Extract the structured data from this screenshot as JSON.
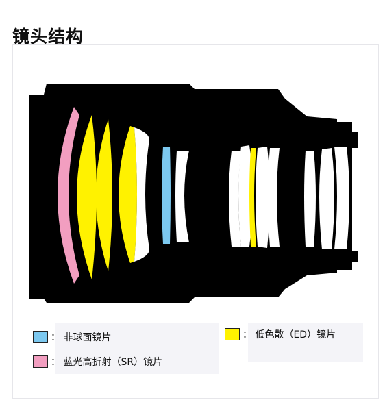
{
  "page": {
    "title": "镜头结构"
  },
  "legend": {
    "aspherical": {
      "label": "：  非球面镜片",
      "color": "#7cc8ef"
    },
    "sr": {
      "label": "：  蓝光高折射（SR）镜片",
      "color": "#f29ec0"
    },
    "ed": {
      "label": "：  低色散（ED）镜片",
      "color": "#fff200"
    }
  },
  "colors": {
    "barrel": "#000000",
    "element": "#ffffff"
  }
}
